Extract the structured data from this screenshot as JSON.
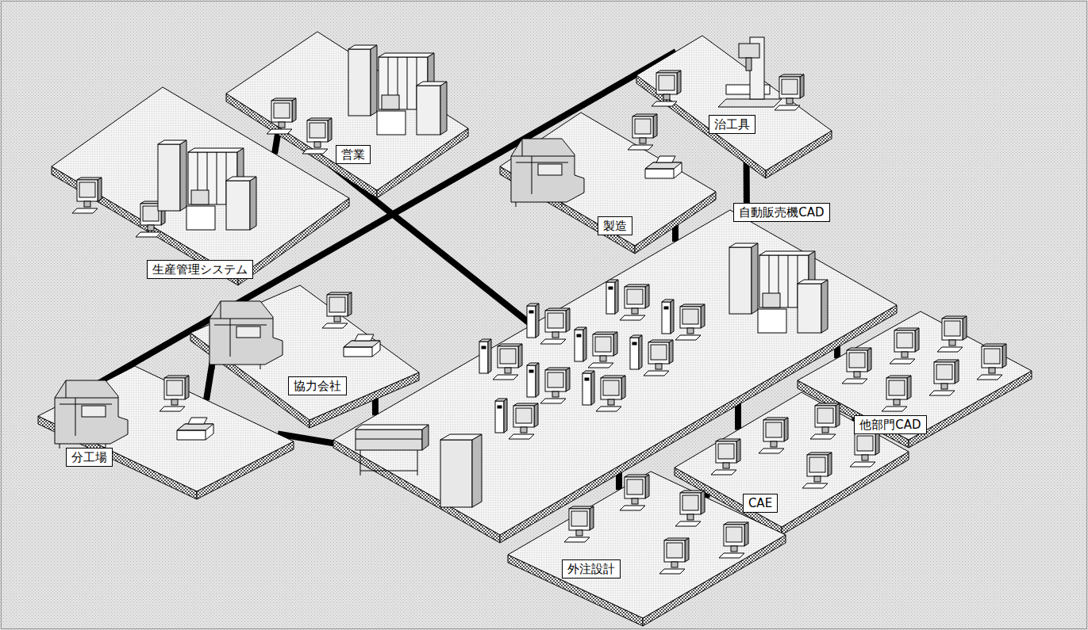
{
  "diagram": {
    "nodes": [
      {
        "text": [
          "営業"
        ]
      },
      {
        "text": [
          "治工具"
        ]
      },
      {
        "text": [
          "生産管理システム"
        ]
      },
      {
        "text": [
          "製造"
        ]
      },
      {
        "text": [
          "自動販売機CAD"
        ]
      },
      {
        "text": [
          "協力会社"
        ]
      },
      {
        "text": [
          "他部門CAD"
        ]
      },
      {
        "text": [
          "分工場"
        ]
      },
      {
        "text": [
          "CAE"
        ]
      },
      {
        "text": [
          "外注設計"
        ]
      }
    ],
    "edges": [
      {
        "from": 2,
        "to": 0,
        "arrow": "none"
      },
      {
        "from": 0,
        "to": 4,
        "arrow": "none"
      },
      {
        "from": 7,
        "to": 1,
        "arrow": "none"
      },
      {
        "from": 5,
        "to": 7,
        "arrow": "none"
      },
      {
        "from": 3,
        "to": 4,
        "arrow": "none"
      },
      {
        "from": 1,
        "to": 4,
        "arrow": "none"
      },
      {
        "from": 7,
        "to": 4,
        "arrow": "none"
      },
      {
        "from": 5,
        "to": 4,
        "arrow": "none"
      },
      {
        "from": 4,
        "to": 6,
        "arrow": "none"
      },
      {
        "from": 4,
        "to": 8,
        "arrow": "none"
      },
      {
        "from": 8,
        "to": 6,
        "arrow": "none"
      },
      {
        "from": 8,
        "to": 9,
        "arrow": "none"
      },
      {
        "from": 4,
        "to": 9,
        "arrow": "none"
      }
    ]
  }
}
